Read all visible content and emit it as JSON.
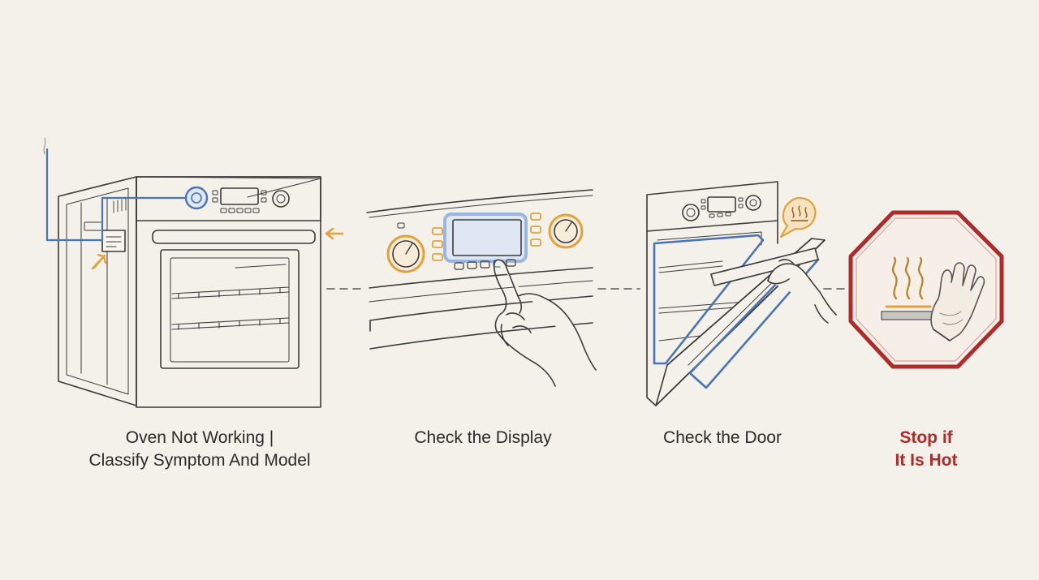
{
  "colors": {
    "background": "#f3f1e9",
    "ink": "#3b3b3b",
    "blue_highlight": "#4a73b8",
    "orange_highlight": "#e3a13c",
    "warning_red": "#b02a2a"
  },
  "steps": [
    {
      "id": "symptom",
      "line1": "Oven Not Working |",
      "line2": "Classify Symptom And Model",
      "icon": "oven-with-model-label-icon"
    },
    {
      "id": "display",
      "line1": "Check the Display",
      "line2": "",
      "icon": "control-panel-touch-icon"
    },
    {
      "id": "door",
      "line1": "Check the Door",
      "line2": "",
      "icon": "oven-open-door-icon"
    },
    {
      "id": "hot",
      "line1": "Stop if",
      "line2": "It Is Hot",
      "icon": "hot-warning-octagon-icon"
    }
  ]
}
